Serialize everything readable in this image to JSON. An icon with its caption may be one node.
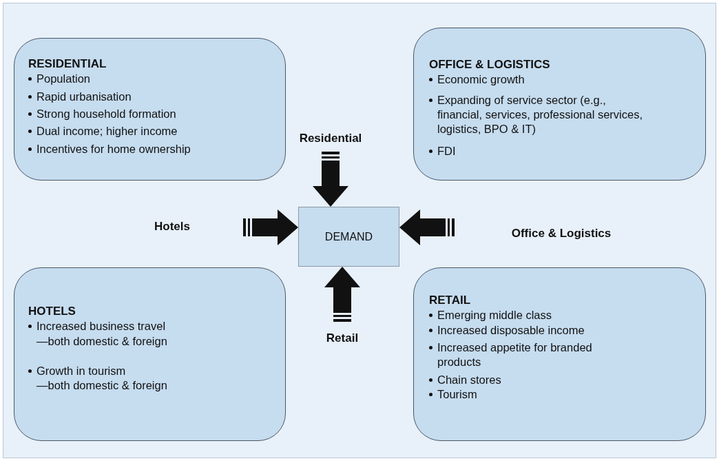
{
  "diagram": {
    "nodes": [
      {
        "text": [
          "RESIDENTIAL",
          "Population",
          "Rapid urbanisation",
          "Strong household formation",
          "Dual income; higher income",
          "Incentives for home ownership"
        ]
      },
      {
        "text": [
          "OFFICE & LOGISTICS",
          "Economic growth",
          "Expanding of service sector (e.g., financial, services, professional services, logistics, BPO & IT)",
          "FDI"
        ]
      },
      {
        "text": [
          "DEMAND"
        ]
      },
      {
        "text": [
          "HOTELS",
          "Increased business travel",
          "—both domestic & foreign",
          "Growth in tourism",
          "—both domestic & foreign"
        ]
      },
      {
        "text": [
          "RETAIL",
          "Emerging middle class",
          "Increased disposable income",
          "Increased appetite for branded products",
          "Chain stores",
          "Tourism"
        ]
      }
    ],
    "edges": [
      {
        "from": null,
        "to": 2,
        "arrow": "to",
        "label": "Residential"
      },
      {
        "from": null,
        "to": 2,
        "arrow": "to",
        "label": "Hotels"
      },
      {
        "from": null,
        "to": 2,
        "arrow": "to",
        "label": "Office & Logistics"
      },
      {
        "from": null,
        "to": 2,
        "arrow": "to",
        "label": "Retail"
      }
    ]
  }
}
